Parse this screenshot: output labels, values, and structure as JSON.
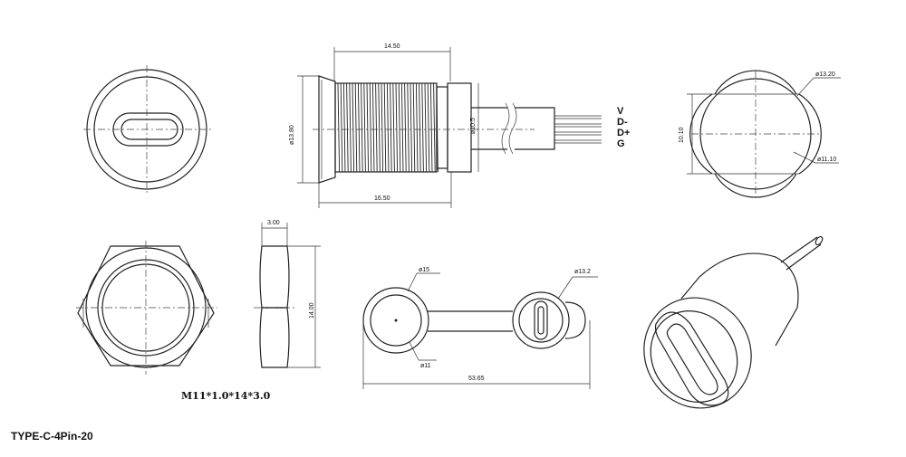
{
  "title": "TYPE-C-4Pin-20",
  "pins": [
    "V",
    "D-",
    "D+",
    "G"
  ],
  "side_view": {
    "length_top": "14.50",
    "length_bottom": "16.50",
    "height_left": "ø13.80",
    "thread_dia": "ø10.5"
  },
  "round_view": {
    "outer_dia": "ø13.20",
    "inner_dia": "ø11.10",
    "flat_width": "10.10"
  },
  "nut_side": {
    "thickness": "3.00",
    "height": "14.00"
  },
  "nut_spec": "M11*1.0*14*3.0",
  "cap": {
    "outer_dia": "ø15",
    "inner_dia": "ø11",
    "port_dia": "ø13.2",
    "length": "53.65"
  }
}
